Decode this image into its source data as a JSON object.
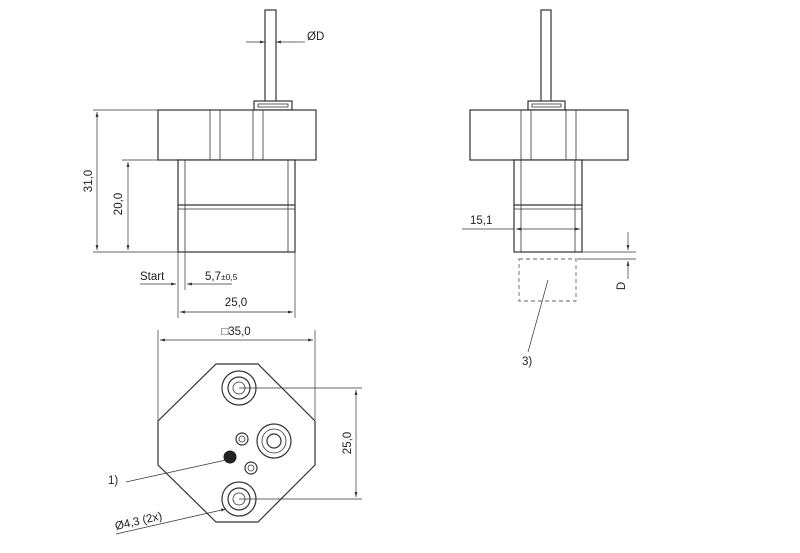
{
  "labels": {
    "dia_d": "ØD",
    "dim_31": "31,0",
    "dim_20": "20,0",
    "start": "Start",
    "dim_5_7": "5,7",
    "tol_5_7": "±0,5",
    "dim_25_front": "25,0",
    "dim_15_1": "15,1",
    "stroke_d": "D",
    "callout_3": "3)",
    "square_35": "□35,0",
    "dim_25_bottom": "25,0",
    "callout_1": "1)",
    "hole_dia": "Ø4,3  (2x)"
  }
}
